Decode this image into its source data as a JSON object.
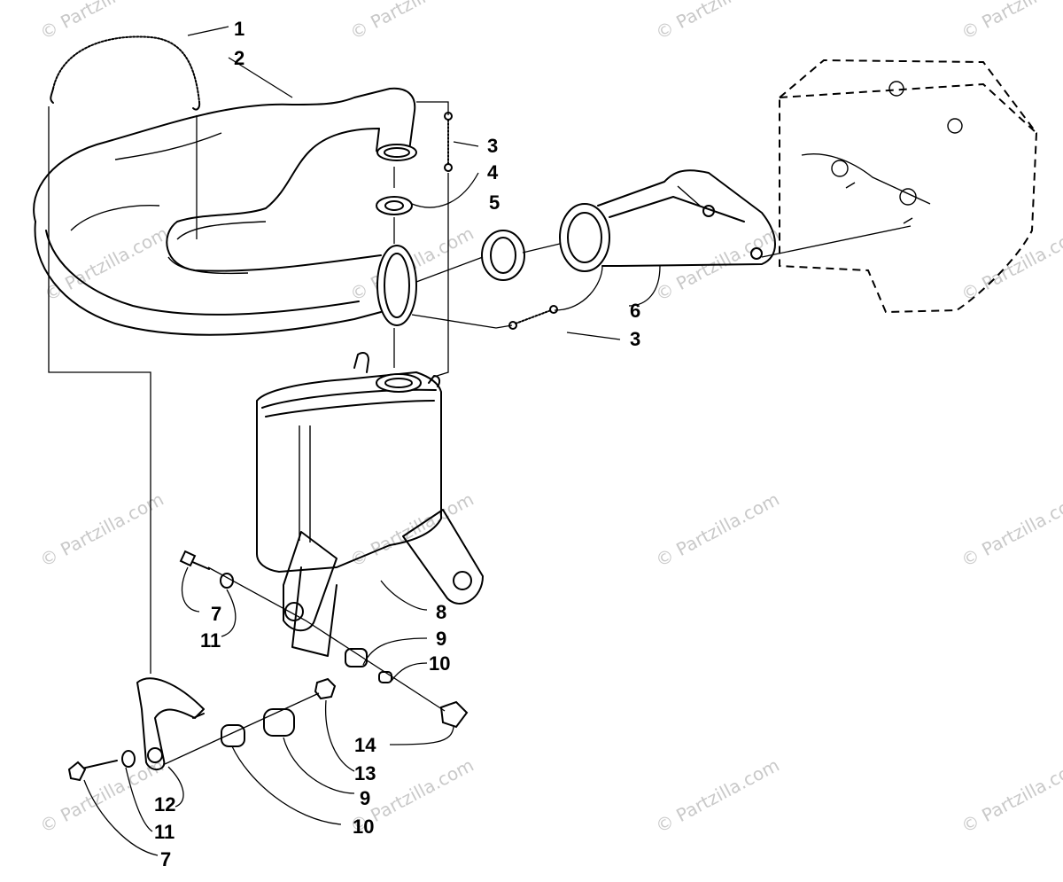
{
  "watermark": "© Partzilla.com",
  "callouts": [
    {
      "id": "c1",
      "text": "1"
    },
    {
      "id": "c2",
      "text": "2"
    },
    {
      "id": "c3a",
      "text": "3"
    },
    {
      "id": "c4",
      "text": "4"
    },
    {
      "id": "c5",
      "text": "5"
    },
    {
      "id": "c6",
      "text": "6"
    },
    {
      "id": "c3b",
      "text": "3"
    },
    {
      "id": "c8",
      "text": "8"
    },
    {
      "id": "c7a",
      "text": "7"
    },
    {
      "id": "c11a",
      "text": "11"
    },
    {
      "id": "c9a",
      "text": "9"
    },
    {
      "id": "c10a",
      "text": "10"
    },
    {
      "id": "c14",
      "text": "14"
    },
    {
      "id": "c13",
      "text": "13"
    },
    {
      "id": "c9b",
      "text": "9"
    },
    {
      "id": "c10b",
      "text": "10"
    },
    {
      "id": "c12",
      "text": "12"
    },
    {
      "id": "c11b",
      "text": "11"
    },
    {
      "id": "c7b",
      "text": "7"
    }
  ]
}
